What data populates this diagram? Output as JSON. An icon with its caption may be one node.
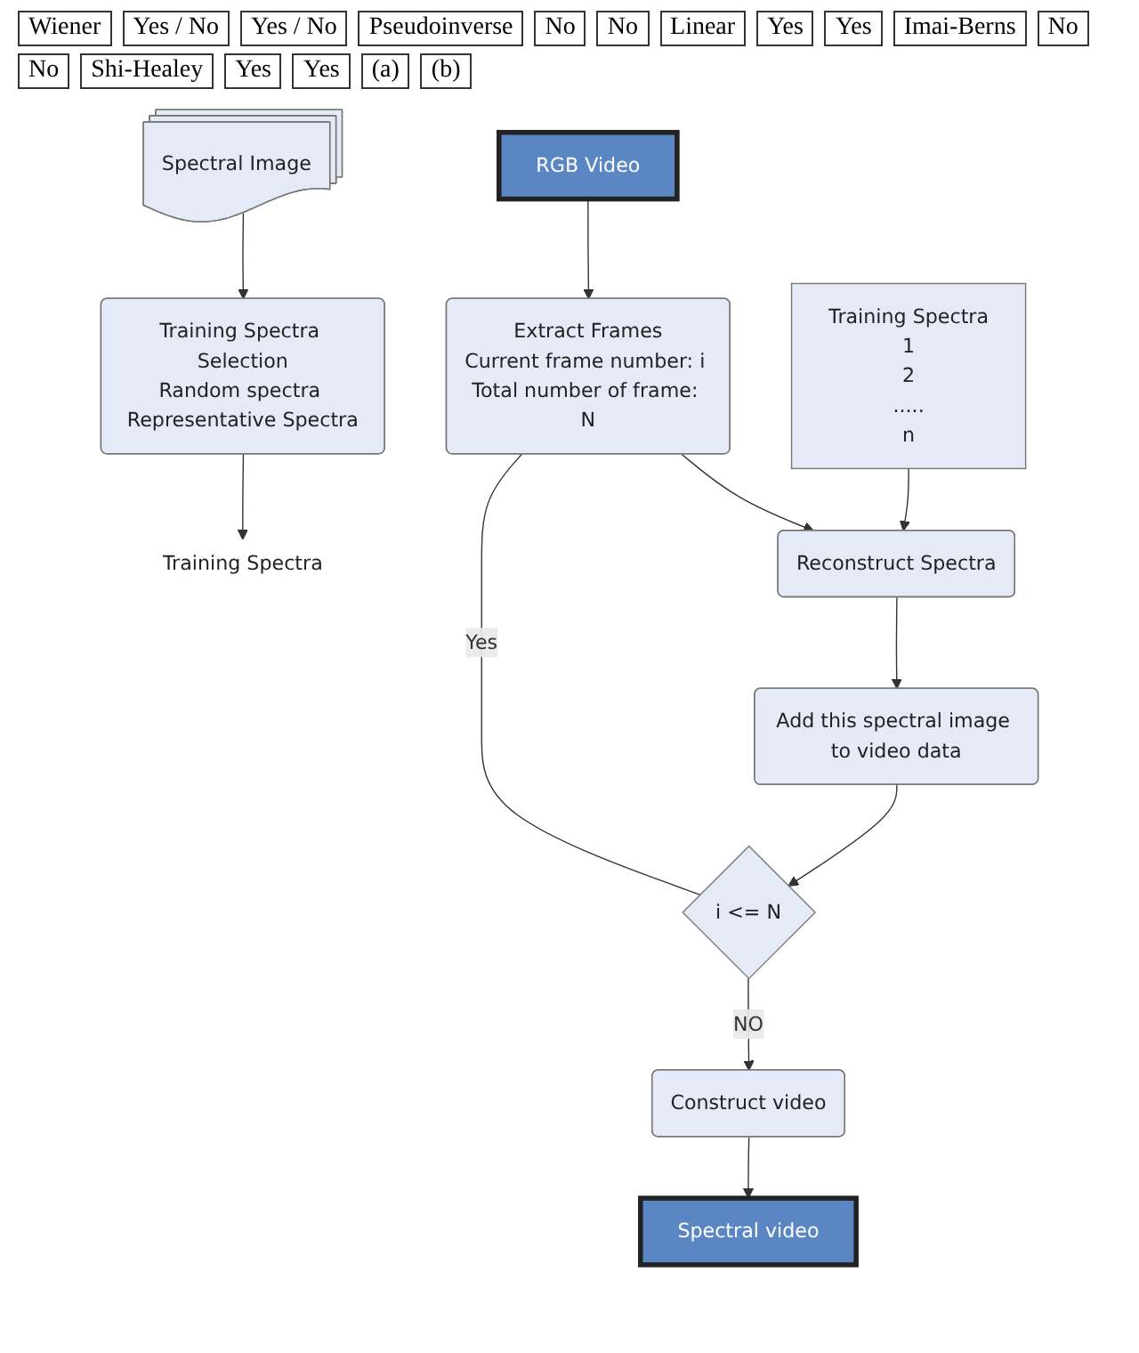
{
  "diagram": {
    "nodes": [
      {
        "text": [
          "Spectral Image"
        ]
      },
      {
        "text": [
          "Training Spectra Selection",
          "Random spectra Representative Spectra"
        ]
      },
      {
        "text": [
          "Training Spectra"
        ]
      },
      {
        "text": [
          "RGB Video"
        ]
      },
      {
        "text": [
          "Extract Frames",
          "Current frame number: i Total number of frame: N"
        ]
      },
      {
        "text": [
          "Training Spectra",
          "1",
          "2",
          ".....",
          "n"
        ]
      },
      {
        "text": [
          "Reconstruct Spectra"
        ]
      },
      {
        "text": [
          "Add this spectral image to video data"
        ]
      },
      {
        "text": [
          "i <= N"
        ]
      },
      {
        "text": [
          "Construct video"
        ]
      },
      {
        "text": [
          "Spectral video"
        ]
      }
    ],
    "edges": [
      {
        "from": 0,
        "to": 1,
        "arrow": "to"
      },
      {
        "from": 1,
        "to": 2,
        "arrow": "to"
      },
      {
        "from": 3,
        "to": 4,
        "arrow": "to"
      },
      {
        "from": 4,
        "to": 6,
        "arrow": "to"
      },
      {
        "from": 5,
        "to": 6,
        "arrow": "to"
      },
      {
        "from": 6,
        "to": 7,
        "arrow": "to"
      },
      {
        "from": 7,
        "to": 8,
        "arrow": "to"
      },
      {
        "from": 8,
        "to": 4,
        "arrow": "none",
        "label": "Yes"
      },
      {
        "from": 8,
        "to": 9,
        "arrow": "to",
        "label": "NO"
      },
      {
        "from": 9,
        "to": 10,
        "arrow": "to"
      }
    ],
    "labels": [
      "Wiener",
      "Yes / No",
      "Yes / No",
      "Pseudoinverse",
      "No",
      "No",
      "Linear",
      "Yes",
      "Yes",
      "Imai-Berns",
      "No",
      "No",
      "Shi-Healey",
      "Yes",
      "Yes",
      "(a)",
      "(b)"
    ]
  }
}
